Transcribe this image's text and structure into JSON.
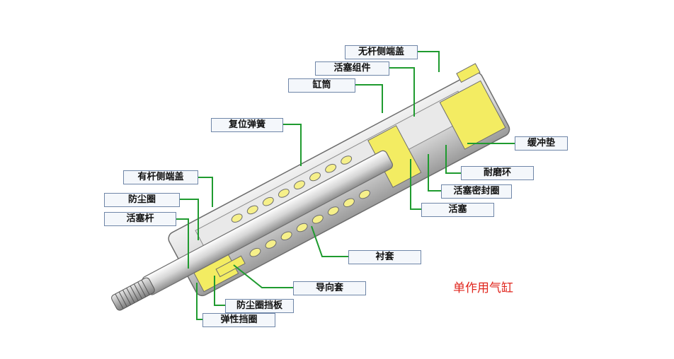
{
  "labels": {
    "rodless_end_cap": "无杆侧端盖",
    "piston_assembly": "活塞组件",
    "cylinder_barrel": "缸筒",
    "return_spring": "复位弹簧",
    "cushion_pad": "缓冲垫",
    "rod_end_cap": "有杆侧端盖",
    "wear_ring": "耐磨环",
    "dust_seal": "防尘圈",
    "piston_seal": "活塞密封圈",
    "piston_rod": "活塞杆",
    "piston": "活塞",
    "bushing": "衬套",
    "guide_sleeve": "导向套",
    "dust_seal_retainer": "防尘圈挡板",
    "snap_ring": "弹性挡圈"
  },
  "caption": "单作用气缸",
  "colors": {
    "leader_line": "#1f9b2f",
    "callout_border": "#6f86a8",
    "callout_fill": "#f4f7fb",
    "section_yellow": "#f3ec62",
    "caption": "#e0261d"
  }
}
